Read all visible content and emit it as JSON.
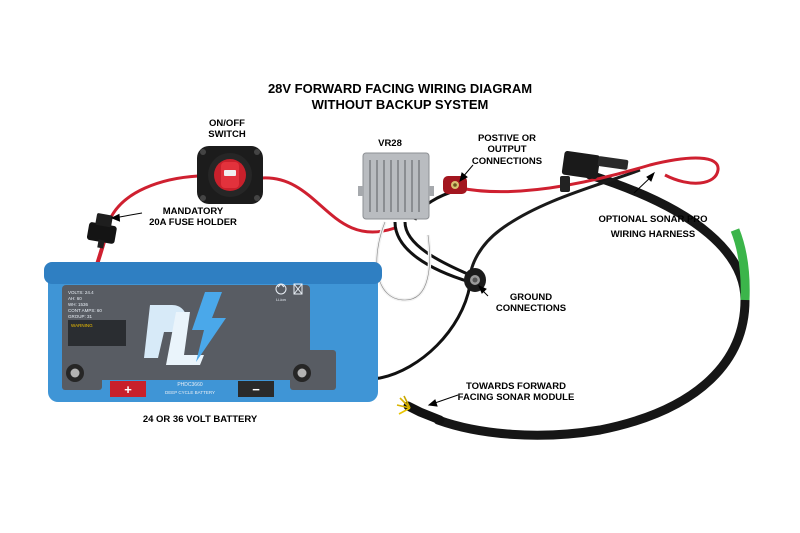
{
  "title": {
    "line1": "28V FORWARD FACING WIRING DIAGRAM",
    "line2": "WITHOUT BACKUP SYSTEM"
  },
  "labels": {
    "switch_line1": "ON/OFF",
    "switch_line2": "SWITCH",
    "regulator": "VR28",
    "output_line1": "POSTIVE OR",
    "output_line2": "OUTPUT",
    "output_line3": "CONNECTIONS",
    "fuse_line1": "MANDATORY",
    "fuse_line2": "20A FUSE HOLDER",
    "harness_line1": "OPTIONAL SONAR PRO",
    "harness_line2": "WIRING HARNESS",
    "ground_line1": "GROUND",
    "ground_line2": "CONNECTIONS",
    "module_line1": "TOWARDS FORWARD",
    "module_line2": "FACING SONAR MODULE",
    "battery": "24 OR 36 VOLT BATTERY"
  },
  "battery": {
    "specs": [
      "VOLTS: 24.4",
      "AH: 60",
      "WH: 1536",
      "CONT AMPS: 60",
      "GROUP: 31"
    ],
    "model": "PHDC3660",
    "type": "DEEP CYCLE BATTERY",
    "warning": "WARNING",
    "positive_symbol": "+",
    "negative_symbol": "−",
    "recycle": "Li-ion"
  },
  "colors": {
    "battery_body": "#3f95d6",
    "battery_lid": "#2f7fc2",
    "battery_panel": "#585c63",
    "positive_wire": "#cf2030",
    "negative_wire": "#111111",
    "regulator": "#b9bcc0",
    "harness_tape": "#3bb54a"
  }
}
